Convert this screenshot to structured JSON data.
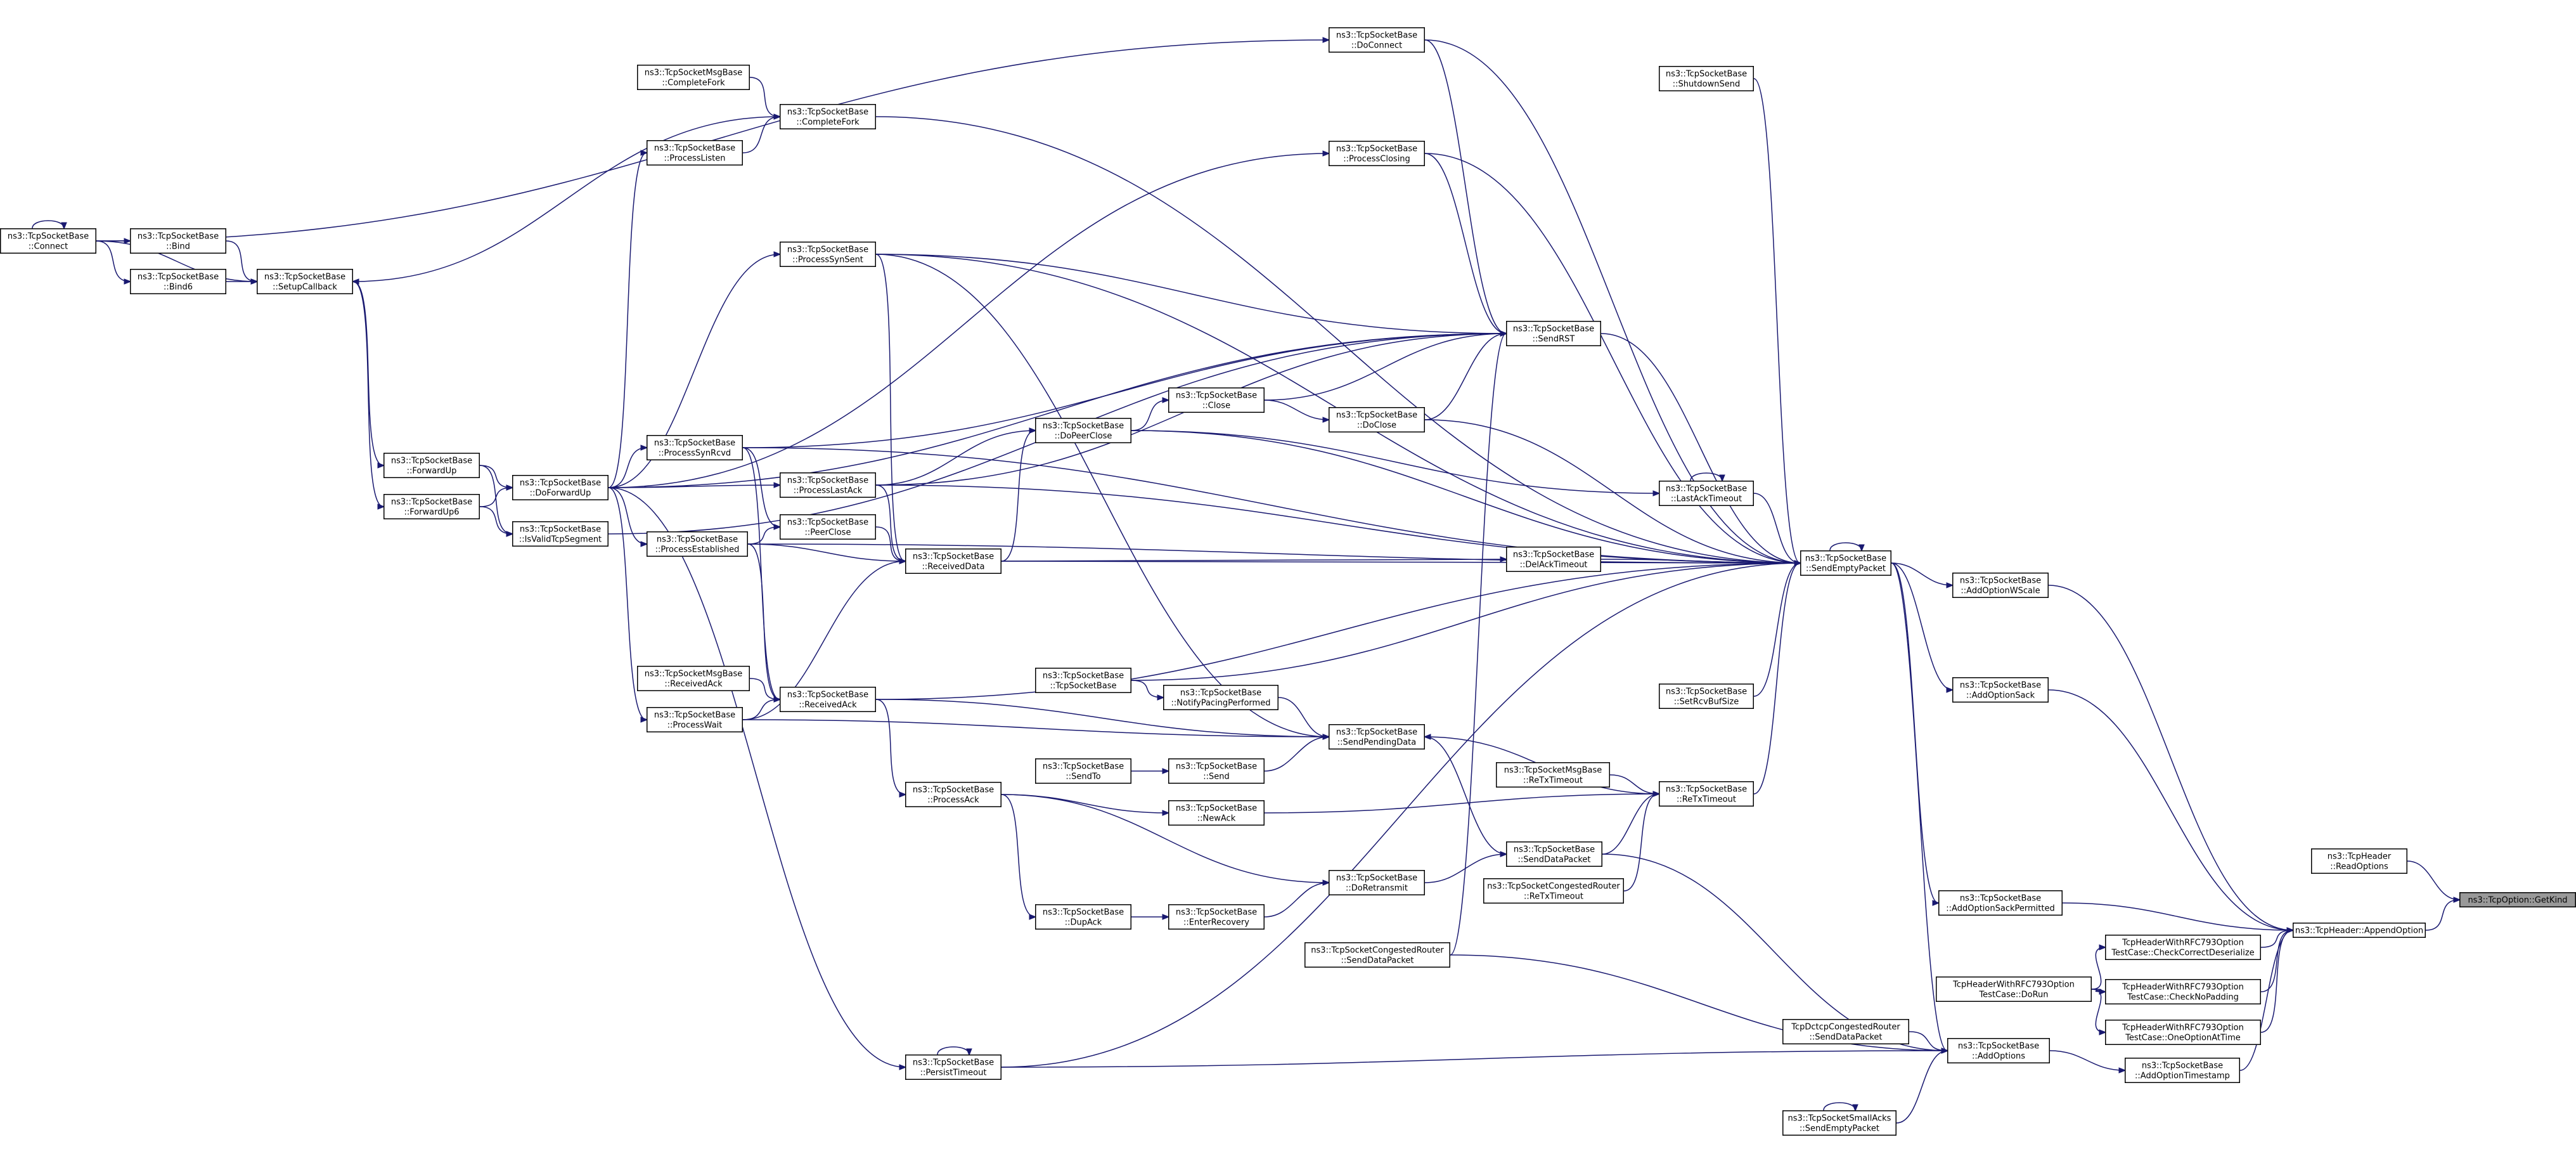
{
  "nodes": [
    {
      "id": "getkind",
      "lines": [
        "ns3::TcpOption::GetKind"
      ],
      "highlight": true
    },
    {
      "id": "readoptions",
      "lines": [
        "ns3::TcpHeader",
        "::ReadOptions"
      ]
    },
    {
      "id": "appendoption",
      "lines": [
        "ns3::TcpHeader::AppendOption"
      ]
    },
    {
      "id": "addoptionwscale",
      "lines": [
        "ns3::TcpSocketBase",
        "::AddOptionWScale"
      ]
    },
    {
      "id": "addoptionsack",
      "lines": [
        "ns3::TcpSocketBase",
        "::AddOptionSack"
      ]
    },
    {
      "id": "addoptionsackperm",
      "lines": [
        "ns3::TcpSocketBase",
        "::AddOptionSackPermitted"
      ]
    },
    {
      "id": "checkcorrectdeser",
      "lines": [
        "TcpHeaderWithRFC793Option",
        "TestCase::CheckCorrectDeserialize"
      ]
    },
    {
      "id": "checknopadding",
      "lines": [
        "TcpHeaderWithRFC793Option",
        "TestCase::CheckNoPadding"
      ]
    },
    {
      "id": "oneoptionattime",
      "lines": [
        "TcpHeaderWithRFC793Option",
        "TestCase::OneOptionAtTime"
      ]
    },
    {
      "id": "addoptiontimestamp",
      "lines": [
        "ns3::TcpSocketBase",
        "::AddOptionTimestamp"
      ]
    },
    {
      "id": "dorun",
      "lines": [
        "TcpHeaderWithRFC793Option",
        "TestCase::DoRun"
      ]
    },
    {
      "id": "sendemptypacket",
      "lines": [
        "ns3::TcpSocketBase",
        "::SendEmptyPacket"
      ]
    },
    {
      "id": "addoptions",
      "lines": [
        "ns3::TcpSocketBase",
        "::AddOptions"
      ]
    },
    {
      "id": "shutdownsend",
      "lines": [
        "ns3::TcpSocketBase",
        "::ShutdownSend"
      ]
    },
    {
      "id": "setrcvbufsize",
      "lines": [
        "ns3::TcpSocketBase",
        "::SetRcvBufSize"
      ]
    },
    {
      "id": "docconnect",
      "lines": [
        "ns3::TcpSocketBase",
        "::DoConnect"
      ]
    },
    {
      "id": "processclosing",
      "lines": [
        "ns3::TcpSocketBase",
        "::ProcessClosing"
      ]
    },
    {
      "id": "sendrst",
      "lines": [
        "ns3::TcpSocketBase",
        "::SendRST"
      ]
    },
    {
      "id": "doclose",
      "lines": [
        "ns3::TcpSocketBase",
        "::DoClose"
      ]
    },
    {
      "id": "lastacktimeout",
      "lines": [
        "ns3::TcpSocketBase",
        "::LastAckTimeout"
      ]
    },
    {
      "id": "delacktimeout",
      "lines": [
        "ns3::TcpSocketBase",
        "::DelAckTimeout"
      ]
    },
    {
      "id": "retxtimeout",
      "lines": [
        "ns3::TcpSocketBase",
        "::ReTxTimeout"
      ]
    },
    {
      "id": "msgretxtimeout",
      "lines": [
        "ns3::TcpSocketMsgBase",
        "::ReTxTimeout"
      ]
    },
    {
      "id": "congretxtimeout",
      "lines": [
        "ns3::TcpSocketCongestedRouter",
        "::ReTxTimeout"
      ]
    },
    {
      "id": "congsenddatapacket",
      "lines": [
        "ns3::TcpSocketCongestedRouter",
        "::SendDataPacket"
      ]
    },
    {
      "id": "senddatapacket",
      "lines": [
        "ns3::TcpSocketBase",
        "::SendDataPacket"
      ]
    },
    {
      "id": "sendpendingdata",
      "lines": [
        "ns3::TcpSocketBase",
        "::SendPendingData"
      ]
    },
    {
      "id": "dctcpsenddatapacket",
      "lines": [
        "TcpDctcpCongestedRouter",
        "::SendDataPacket"
      ]
    },
    {
      "id": "smallackssendempty",
      "lines": [
        "ns3::TcpSocketSmallAcks",
        "::SendEmptyPacket"
      ]
    },
    {
      "id": "close",
      "lines": [
        "ns3::TcpSocketBase",
        "::Close"
      ]
    },
    {
      "id": "dopeerclose",
      "lines": [
        "ns3::TcpSocketBase",
        "::DoPeerClose"
      ]
    },
    {
      "id": "tcpsocketbase",
      "lines": [
        "ns3::TcpSocketBase",
        "::TcpSocketBase"
      ]
    },
    {
      "id": "notifypacing",
      "lines": [
        "ns3::TcpSocketBase",
        "::NotifyPacingPerformed"
      ]
    },
    {
      "id": "sendto",
      "lines": [
        "ns3::TcpSocketBase",
        "::SendTo"
      ]
    },
    {
      "id": "send",
      "lines": [
        "ns3::TcpSocketBase",
        "::Send"
      ]
    },
    {
      "id": "newack",
      "lines": [
        "ns3::TcpSocketBase",
        "::NewAck"
      ]
    },
    {
      "id": "doretransmit",
      "lines": [
        "ns3::TcpSocketBase",
        "::DoRetransmit"
      ]
    },
    {
      "id": "enterrecovery",
      "lines": [
        "ns3::TcpSocketBase",
        "::EnterRecovery"
      ]
    },
    {
      "id": "dupack",
      "lines": [
        "ns3::TcpSocketBase",
        "::DupAck"
      ]
    },
    {
      "id": "processack",
      "lines": [
        "ns3::TcpSocketBase",
        "::ProcessAck"
      ]
    },
    {
      "id": "receivedack",
      "lines": [
        "ns3::TcpSocketBase",
        "::ReceivedAck"
      ]
    },
    {
      "id": "receiveddata",
      "lines": [
        "ns3::TcpSocketBase",
        "::ReceivedData"
      ]
    },
    {
      "id": "persisttimeout",
      "lines": [
        "ns3::TcpSocketBase",
        "::PersistTimeout"
      ]
    },
    {
      "id": "processsynsent",
      "lines": [
        "ns3::TcpSocketBase",
        "::ProcessSynSent"
      ]
    },
    {
      "id": "processlastack",
      "lines": [
        "ns3::TcpSocketBase",
        "::ProcessLastAck"
      ]
    },
    {
      "id": "peerclose",
      "lines": [
        "ns3::TcpSocketBase",
        "::PeerClose"
      ]
    },
    {
      "id": "completefork",
      "lines": [
        "ns3::TcpSocketBase",
        "::CompleteFork"
      ]
    },
    {
      "id": "msgcompletefork",
      "lines": [
        "ns3::TcpSocketMsgBase",
        "::CompleteFork"
      ]
    },
    {
      "id": "processlisten",
      "lines": [
        "ns3::TcpSocketBase",
        "::ProcessListen"
      ]
    },
    {
      "id": "processsynrcvd",
      "lines": [
        "ns3::TcpSocketBase",
        "::ProcessSynRcvd"
      ]
    },
    {
      "id": "processestablished",
      "lines": [
        "ns3::TcpSocketBase",
        "::ProcessEstablished"
      ]
    },
    {
      "id": "msgreceivedack",
      "lines": [
        "ns3::TcpSocketMsgBase",
        "::ReceivedAck"
      ]
    },
    {
      "id": "processwait",
      "lines": [
        "ns3::TcpSocketBase",
        "::ProcessWait"
      ]
    },
    {
      "id": "doforwardup",
      "lines": [
        "ns3::TcpSocketBase",
        "::DoForwardUp"
      ]
    },
    {
      "id": "isvalidtcpsegment",
      "lines": [
        "ns3::TcpSocketBase",
        "::IsValidTcpSegment"
      ]
    },
    {
      "id": "forwardup",
      "lines": [
        "ns3::TcpSocketBase",
        "::ForwardUp"
      ]
    },
    {
      "id": "forwardup6",
      "lines": [
        "ns3::TcpSocketBase",
        "::ForwardUp6"
      ]
    },
    {
      "id": "setupcallback",
      "lines": [
        "ns3::TcpSocketBase",
        "::SetupCallback"
      ]
    },
    {
      "id": "bind",
      "lines": [
        "ns3::TcpSocketBase",
        "::Bind"
      ]
    },
    {
      "id": "bind6",
      "lines": [
        "ns3::TcpSocketBase",
        "::Bind6"
      ]
    },
    {
      "id": "connect",
      "lines": [
        "ns3::TcpSocketBase",
        "::Connect"
      ]
    }
  ],
  "edges": [
    [
      "readoptions",
      "getkind"
    ],
    [
      "appendoption",
      "getkind"
    ],
    [
      "addoptionwscale",
      "appendoption"
    ],
    [
      "addoptionsack",
      "appendoption"
    ],
    [
      "addoptionsackperm",
      "appendoption"
    ],
    [
      "checkcorrectdeser",
      "appendoption"
    ],
    [
      "checknopadding",
      "appendoption"
    ],
    [
      "oneoptionattime",
      "appendoption"
    ],
    [
      "addoptiontimestamp",
      "appendoption"
    ],
    [
      "dorun",
      "checkcorrectdeser"
    ],
    [
      "dorun",
      "checknopadding"
    ],
    [
      "dorun",
      "oneoptionattime"
    ],
    [
      "sendemptypacket",
      "addoptionwscale"
    ],
    [
      "sendemptypacket",
      "addoptionsack"
    ],
    [
      "sendemptypacket",
      "addoptionsackperm"
    ],
    [
      "sendemptypacket",
      "addoptions"
    ],
    [
      "sendemptypacket",
      "sendemptypacket"
    ],
    [
      "addoptions",
      "addoptiontimestamp"
    ],
    [
      "senddatapacket",
      "addoptions"
    ],
    [
      "persisttimeout",
      "addoptions"
    ],
    [
      "dctcpsenddatapacket",
      "addoptions"
    ],
    [
      "smallackssendempty",
      "addoptions"
    ],
    [
      "smallackssendempty",
      "smallackssendempty"
    ],
    [
      "congsenddatapacket",
      "addoptions"
    ],
    [
      "shutdownsend",
      "sendemptypacket"
    ],
    [
      "setrcvbufsize",
      "sendemptypacket"
    ],
    [
      "docconnect",
      "sendemptypacket"
    ],
    [
      "processclosing",
      "sendemptypacket"
    ],
    [
      "sendrst",
      "sendemptypacket"
    ],
    [
      "doclose",
      "sendemptypacket"
    ],
    [
      "lastacktimeout",
      "sendemptypacket"
    ],
    [
      "lastacktimeout",
      "lastacktimeout"
    ],
    [
      "delacktimeout",
      "sendemptypacket"
    ],
    [
      "retxtimeout",
      "sendemptypacket"
    ],
    [
      "completefork",
      "sendemptypacket"
    ],
    [
      "processsynsent",
      "sendemptypacket"
    ],
    [
      "dopeerclose",
      "sendemptypacket"
    ],
    [
      "processlastack",
      "sendemptypacket"
    ],
    [
      "receiveddata",
      "sendemptypacket"
    ],
    [
      "processestablished",
      "sendemptypacket"
    ],
    [
      "tcpsocketbase",
      "sendemptypacket"
    ],
    [
      "processsynrcvd",
      "sendemptypacket"
    ],
    [
      "receivedack",
      "sendemptypacket"
    ],
    [
      "persisttimeout",
      "sendemptypacket"
    ],
    [
      "persisttimeout",
      "persisttimeout"
    ],
    [
      "msgretxtimeout",
      "retxtimeout"
    ],
    [
      "congretxtimeout",
      "retxtimeout"
    ],
    [
      "retxtimeout",
      "sendpendingdata"
    ],
    [
      "senddatapacket",
      "retxtimeout"
    ],
    [
      "sendpendingdata",
      "senddatapacket"
    ],
    [
      "doretransmit",
      "senddatapacket"
    ],
    [
      "close",
      "doclose"
    ],
    [
      "close",
      "sendrst"
    ],
    [
      "doclose",
      "sendrst"
    ],
    [
      "docconnect",
      "sendrst"
    ],
    [
      "processclosing",
      "sendrst"
    ],
    [
      "processsynsent",
      "sendrst"
    ],
    [
      "processlastack",
      "sendrst"
    ],
    [
      "processsynrcvd",
      "sendrst"
    ],
    [
      "congsenddatapacket",
      "sendrst"
    ],
    [
      "dopeerclose",
      "close"
    ],
    [
      "dopeerclose",
      "lastacktimeout"
    ],
    [
      "receiveddata",
      "dopeerclose"
    ],
    [
      "processlastack",
      "dopeerclose"
    ],
    [
      "receiveddata",
      "delacktimeout"
    ],
    [
      "tcpsocketbase",
      "notifypacing"
    ],
    [
      "notifypacing",
      "sendpendingdata"
    ],
    [
      "sendto",
      "send"
    ],
    [
      "send",
      "sendpendingdata"
    ],
    [
      "newack",
      "retxtimeout"
    ],
    [
      "processack",
      "newack"
    ],
    [
      "processack",
      "doretransmit"
    ],
    [
      "processack",
      "dupack"
    ],
    [
      "dupack",
      "enterrecovery"
    ],
    [
      "enterrecovery",
      "doretransmit"
    ],
    [
      "receivedack",
      "processack"
    ],
    [
      "receivedack",
      "sendpendingdata"
    ],
    [
      "msgreceivedack",
      "receivedack"
    ],
    [
      "processsynsent",
      "sendpendingdata"
    ],
    [
      "processwait",
      "sendpendingdata"
    ],
    [
      "processwait",
      "receiveddata"
    ],
    [
      "processwait",
      "receivedack"
    ],
    [
      "processsynrcvd",
      "receivedack"
    ],
    [
      "processestablished",
      "receivedack"
    ],
    [
      "processestablished",
      "receiveddata"
    ],
    [
      "processestablished",
      "peerclose"
    ],
    [
      "peerclose",
      "receiveddata"
    ],
    [
      "processlastack",
      "receiveddata"
    ],
    [
      "processsynsent",
      "receiveddata"
    ],
    [
      "processsynrcvd",
      "peerclose"
    ],
    [
      "msgcompletefork",
      "completefork"
    ],
    [
      "processlisten",
      "completefork"
    ],
    [
      "completefork",
      "setupcallback"
    ],
    [
      "doforwardup",
      "processlisten"
    ],
    [
      "doforwardup",
      "processsynsent"
    ],
    [
      "doforwardup",
      "processsynrcvd"
    ],
    [
      "doforwardup",
      "processlastack"
    ],
    [
      "doforwardup",
      "processestablished"
    ],
    [
      "doforwardup",
      "processwait"
    ],
    [
      "doforwardup",
      "processclosing"
    ],
    [
      "doforwardup",
      "persisttimeout"
    ],
    [
      "doforwardup",
      "sendrst"
    ],
    [
      "isvalidtcpsegment",
      "sendrst"
    ],
    [
      "forwardup",
      "doforwardup"
    ],
    [
      "forwardup6",
      "doforwardup"
    ],
    [
      "forwardup",
      "isvalidtcpsegment"
    ],
    [
      "forwardup6",
      "isvalidtcpsegment"
    ],
    [
      "setupcallback",
      "forwardup"
    ],
    [
      "setupcallback",
      "forwardup6"
    ],
    [
      "bind",
      "setupcallback"
    ],
    [
      "bind6",
      "setupcallback"
    ],
    [
      "connect",
      "setupcallback"
    ],
    [
      "connect",
      "bind"
    ],
    [
      "connect",
      "bind6"
    ],
    [
      "connect",
      "docconnect"
    ],
    [
      "connect",
      "connect"
    ]
  ]
}
